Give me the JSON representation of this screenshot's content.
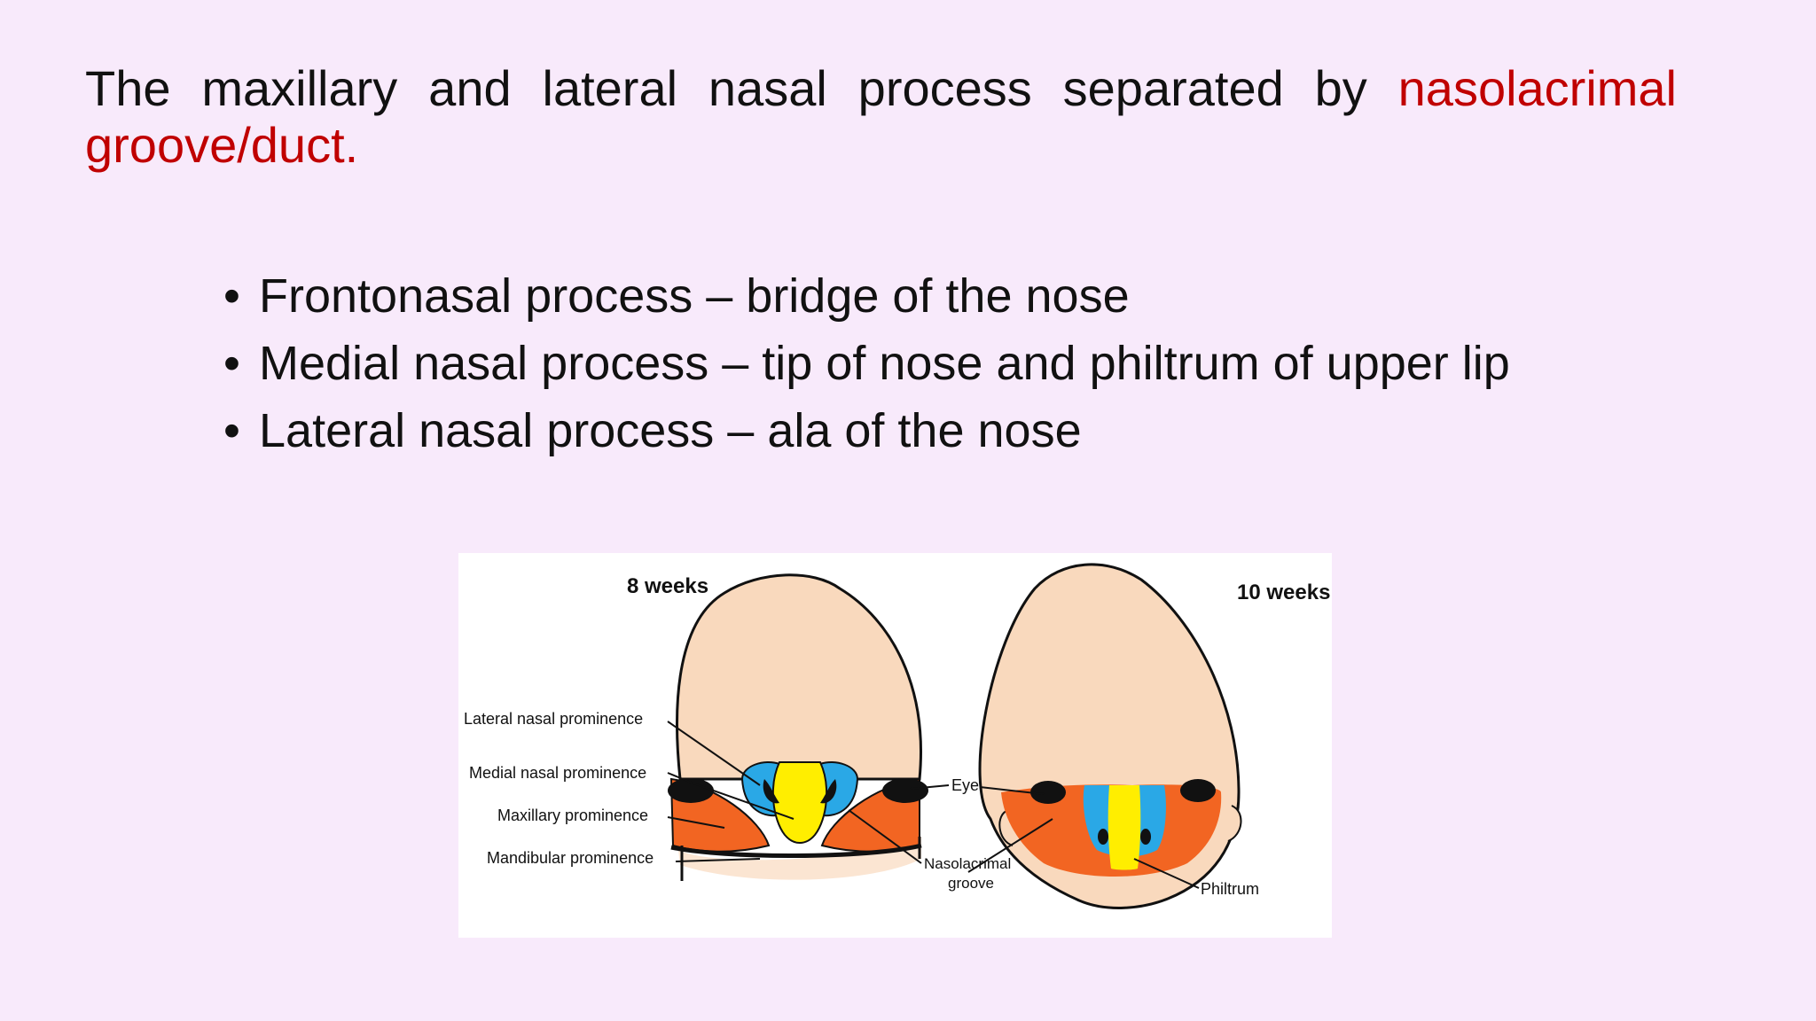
{
  "intro": {
    "text": "The maxillary and lateral nasal process separated by",
    "highlight": "nasolacrimal groove/duct."
  },
  "bullets": [
    "Frontonasal process – bridge of the nose",
    "Medial nasal process – tip of nose and philtrum of upper lip",
    "Lateral nasal process – ala of the nose"
  ],
  "figure": {
    "left_title": "8 weeks",
    "right_title": "10 weeks",
    "labels": {
      "lateral_nasal": "Lateral nasal prominence",
      "medial_nasal": "Medial nasal prominence",
      "maxillary": "Maxillary prominence",
      "mandibular": "Mandibular prominence",
      "eye": "Eye",
      "nasolacrimal_1": "Nasolacrimal",
      "nasolacrimal_2": "groove",
      "philtrum": "Philtrum"
    },
    "colors": {
      "skin": "#f9d9bd",
      "lateral_nasal": "#2aa8e6",
      "medial_nasal": "#ffee00",
      "maxillary": "#f26522",
      "mandible": "#fbe5d2",
      "outline": "#111111"
    }
  }
}
